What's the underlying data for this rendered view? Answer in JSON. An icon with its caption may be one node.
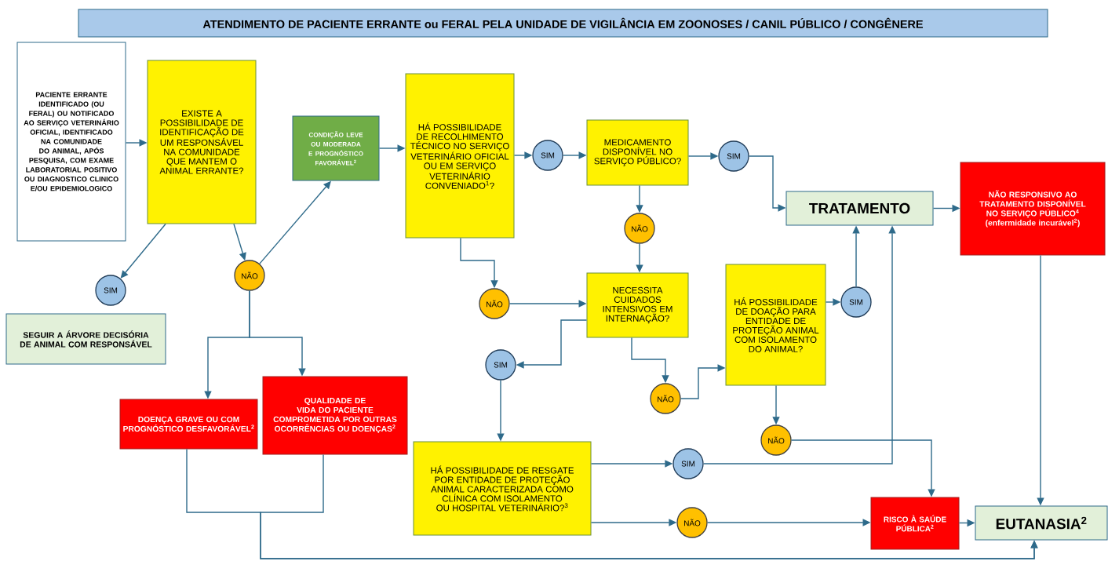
{
  "diagram": {
    "title": "ATENDIMENTO DE PACIENTE ERRANTE ou FERAL PELA UNIDADE DE VIGILÂNCIA EM ZOONOSES / CANIL PÚBLICO / CONGÊNERE",
    "nodes": [
      {
        "text": [
          "PACIENTE ERRANTE IDENTIFICADO (OU FERAL) OU NOTIFICADO AO SERVIÇO VETERINÁRIO OFICIAL, IDENTIFICADO NA COMUNIDADE DO ANIMAL, APÓS PESQUISA, COM EXAME LABORATORIAL POSITIVO OU DIAGNOSTICO CLINICO E/OU EPIDEMIOLOGICO"
        ]
      },
      {
        "text": [
          "EXISTE A POSSIBILIDADE DE IDENTIFICAÇÃO DE UM RESPONSÁVEL NA COMUNIDADE QUE MANTEM O ANIMAL ERRANTE?"
        ]
      },
      {
        "text": [
          "SIM"
        ]
      },
      {
        "text": [
          "NÃO"
        ]
      },
      {
        "text": [
          "SEGUIR A ÁRVORE DECISÓRIA DE ANIMAL COM RESPONSÁVEL"
        ]
      },
      {
        "text": [
          "CONDIÇÃO LEVE OU MODERADA E PROGNÓSTICO FAVORÁVEL$^{2}$"
        ]
      },
      {
        "text": [
          "HÁ POSSIBILIDADE DE RECOLHIMENTO TÉCNICO NO SERVIÇO VETERINÁRIO OFICIAL OU EM SERVIÇO VETERINÁRIO CONVENIADO$^{1}$?"
        ]
      },
      {
        "text": [
          "SIM"
        ]
      },
      {
        "text": [
          "MEDICAMENTO DISPONÍVEL NO SERVIÇO PÚBLICO?"
        ]
      },
      {
        "text": [
          "SIM"
        ]
      },
      {
        "text": [
          "NÃO"
        ]
      },
      {
        "text": [
          "TRATAMENTO"
        ]
      },
      {
        "text": [
          "NÃO RESPONSIVO AO TRATAMENTO DISPONÍVEL NO SERVIÇO PÚBLICO$^{4}$ (enfermidade incurável$^{2}$)"
        ]
      },
      {
        "text": [
          "NÃO"
        ]
      },
      {
        "text": [
          "NECESSITA CUIDADOS INTENSIVOS EM INTERNAÇÃO?"
        ]
      },
      {
        "text": [
          "HÁ POSSIBILIDADE DE DOAÇÃO PARA ENTIDADE DE PROTEÇÃO ANIMAL COM ISOLAMENTO DO ANIMAL?"
        ]
      },
      {
        "text": [
          "SIM"
        ]
      },
      {
        "text": [
          "SIM"
        ]
      },
      {
        "text": [
          "NÃO"
        ]
      },
      {
        "text": [
          "NÃO"
        ]
      },
      {
        "text": [
          "DOENÇA GRAVE OU COM PROGNÓSTICO DESFAVORÁVEL$^{2}$"
        ]
      },
      {
        "text": [
          "QUALIDADE DE VIDA DO PACIENTE COMPROMETIDA POR OUTRAS OCORRÊNCIAS OU DOENÇAS$^{2}$"
        ]
      },
      {
        "text": [
          "HÁ POSSIBILIDADE DE RESGATE POR ENTIDADE DE PROTEÇÃO ANIMAL CARACTERIZADA COMO CLÍNICA COM ISOLAMENTO OU HOSPITAL VETERINÁRIO?$^{3}$"
        ]
      },
      {
        "text": [
          "SIM"
        ]
      },
      {
        "text": [
          "NÃO"
        ]
      },
      {
        "text": [
          "RISCO À SAÚDE PÚBLICA$^{2}$"
        ]
      },
      {
        "text": [
          "EUTANASIA$^{2}$"
        ]
      }
    ],
    "edges": [
      {
        "from": 0,
        "to": 1,
        "arrow": "to"
      },
      {
        "from": 1,
        "to": 2,
        "arrow": "to"
      },
      {
        "from": 1,
        "to": 3,
        "arrow": "to"
      },
      {
        "from": 3,
        "to": 5,
        "arrow": "to"
      },
      {
        "from": 3,
        "to": 20,
        "arrow": "to"
      },
      {
        "from": 3,
        "to": 21,
        "arrow": "to"
      },
      {
        "from": 5,
        "to": 6,
        "arrow": "to"
      },
      {
        "from": 6,
        "to": 7,
        "arrow": "to"
      },
      {
        "from": 7,
        "to": 8,
        "arrow": "to"
      },
      {
        "from": 8,
        "to": 9,
        "arrow": "to"
      },
      {
        "from": 9,
        "to": 11,
        "arrow": "to"
      },
      {
        "from": 8,
        "to": 10,
        "arrow": "to"
      },
      {
        "from": 10,
        "to": 14,
        "arrow": "to"
      },
      {
        "from": 11,
        "to": 12,
        "arrow": "to"
      },
      {
        "from": 6,
        "to": 13,
        "arrow": "to"
      },
      {
        "from": 13,
        "to": 14,
        "arrow": "to"
      },
      {
        "from": 14,
        "to": 17,
        "arrow": "to"
      },
      {
        "from": 14,
        "to": 18,
        "arrow": "to"
      },
      {
        "from": 18,
        "to": 15,
        "arrow": "to"
      },
      {
        "from": 15,
        "to": 16,
        "arrow": "to"
      },
      {
        "from": 16,
        "to": 11,
        "arrow": "to"
      },
      {
        "from": 15,
        "to": 19,
        "arrow": "to"
      },
      {
        "from": 19,
        "to": 25,
        "arrow": "to"
      },
      {
        "from": 17,
        "to": 22,
        "arrow": "to"
      },
      {
        "from": 22,
        "to": 23,
        "arrow": "to"
      },
      {
        "from": 22,
        "to": 24,
        "arrow": "to"
      },
      {
        "from": 23,
        "to": 11,
        "arrow": "to"
      },
      {
        "from": 24,
        "to": 25,
        "arrow": "to"
      },
      {
        "from": 25,
        "to": 26,
        "arrow": "to"
      },
      {
        "from": 12,
        "to": 26,
        "arrow": "to"
      },
      {
        "from": 20,
        "to": 26,
        "arrow": "to"
      },
      {
        "from": 21,
        "to": 26,
        "arrow": "to"
      }
    ]
  }
}
